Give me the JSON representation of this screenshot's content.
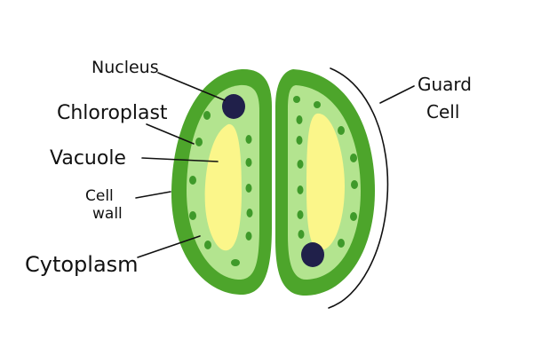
{
  "labels": {
    "nucleus": "Nucleus",
    "chloroplast": "Chloroplast",
    "vacuole": "Vacuole",
    "cell_wall_line1": "Cell",
    "cell_wall_line2": "wall",
    "cytoplasm": "Cytoplasm",
    "guard_line1": "Guard",
    "guard_line2": "Cell"
  },
  "colors": {
    "cell_wall": "#4da52b",
    "cytoplasm": "#b3e48f",
    "vacuole": "#fbf68a",
    "chloroplast": "#3f9a2a",
    "nucleus": "#20204a",
    "ink": "#111111"
  }
}
